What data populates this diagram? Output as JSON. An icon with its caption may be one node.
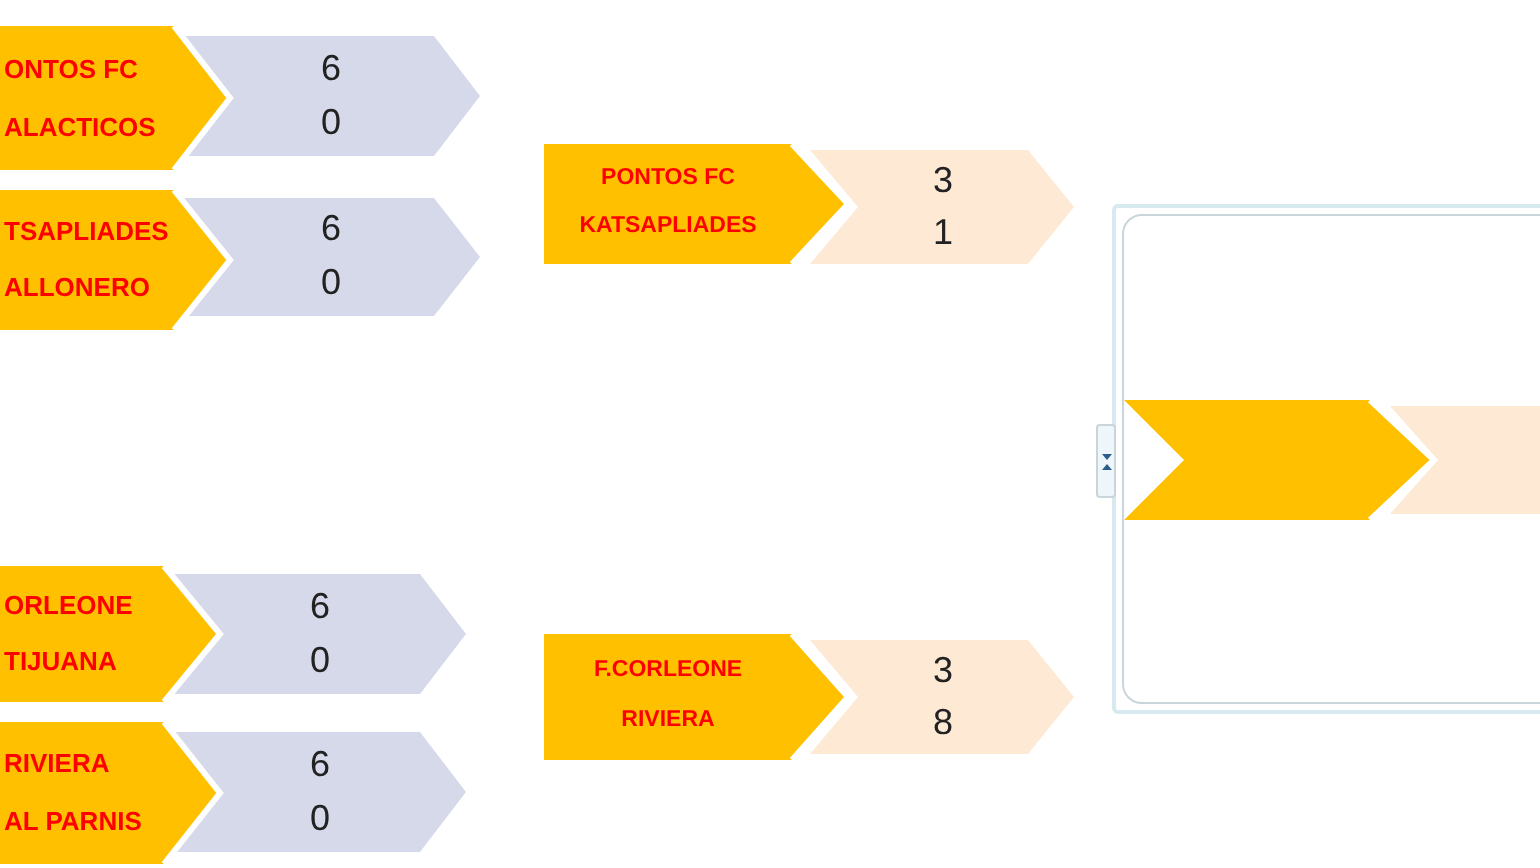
{
  "diagram": {
    "nodes": [
      {
        "text": [
          "ONTOS FC",
          "ALACTICOS"
        ]
      },
      {
        "text": [
          "6",
          "0"
        ]
      },
      {
        "text": [
          "TSAPLIADES",
          "ALLONERO"
        ]
      },
      {
        "text": [
          "6",
          "0"
        ]
      },
      {
        "text": [
          "ORLEONE",
          "TIJUANA"
        ]
      },
      {
        "text": [
          "6",
          "0"
        ]
      },
      {
        "text": [
          "RIVIERA",
          "AL PARNIS"
        ]
      },
      {
        "text": [
          "6",
          "0"
        ]
      },
      {
        "text": [
          "PONTOS FC",
          "KATSAPLIADES"
        ]
      },
      {
        "text": [
          "3",
          "1"
        ]
      },
      {
        "text": [
          "F.CORLEONE",
          "RIVIERA"
        ]
      },
      {
        "text": [
          "3",
          "8"
        ]
      },
      {
        "text": [],
        "shape": "chevron"
      },
      {
        "text": [],
        "shape": "chevron"
      }
    ]
  }
}
